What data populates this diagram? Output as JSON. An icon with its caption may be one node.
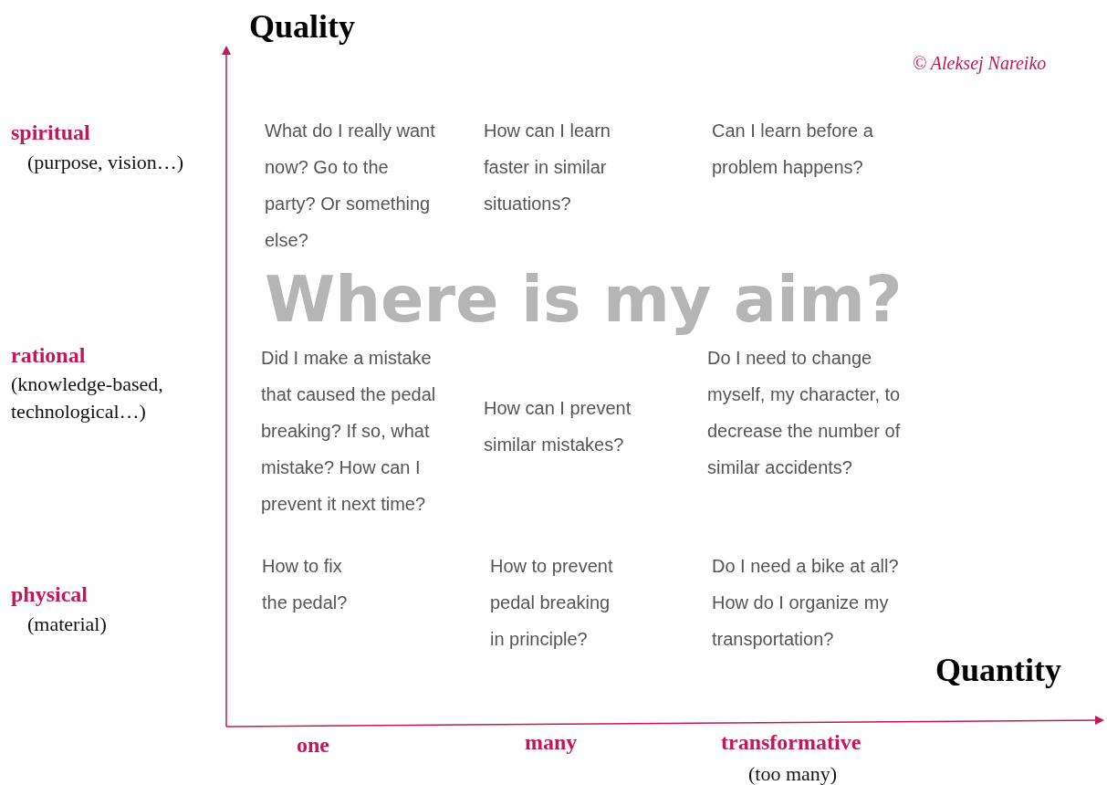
{
  "diagram": {
    "labels": [
      "Quality",
      "© Aleksej Nareiko",
      "spiritual",
      "(purpose, vision…)",
      "What do I really want now? Go to the party? Or something else?",
      "How can I learn faster in similar situations?",
      "Can I learn before a problem happens?",
      "Where is my aim?",
      "rational",
      "(knowledge-based, technological…)",
      "Did I make a mistake that caused the pedal breaking? If so, what mistake? How can I prevent it next time?",
      "How can I prevent similar mistakes?",
      "Do I need to change myself, my character, to decrease the number of similar accidents?",
      "physical",
      "(material)",
      "How to fix the pedal?",
      "How to prevent pedal breaking in principle?",
      "Do I need a bike at all? How do I organize my transportation?",
      "Quantity",
      "one",
      "many",
      "transformative",
      "(too many)"
    ]
  }
}
